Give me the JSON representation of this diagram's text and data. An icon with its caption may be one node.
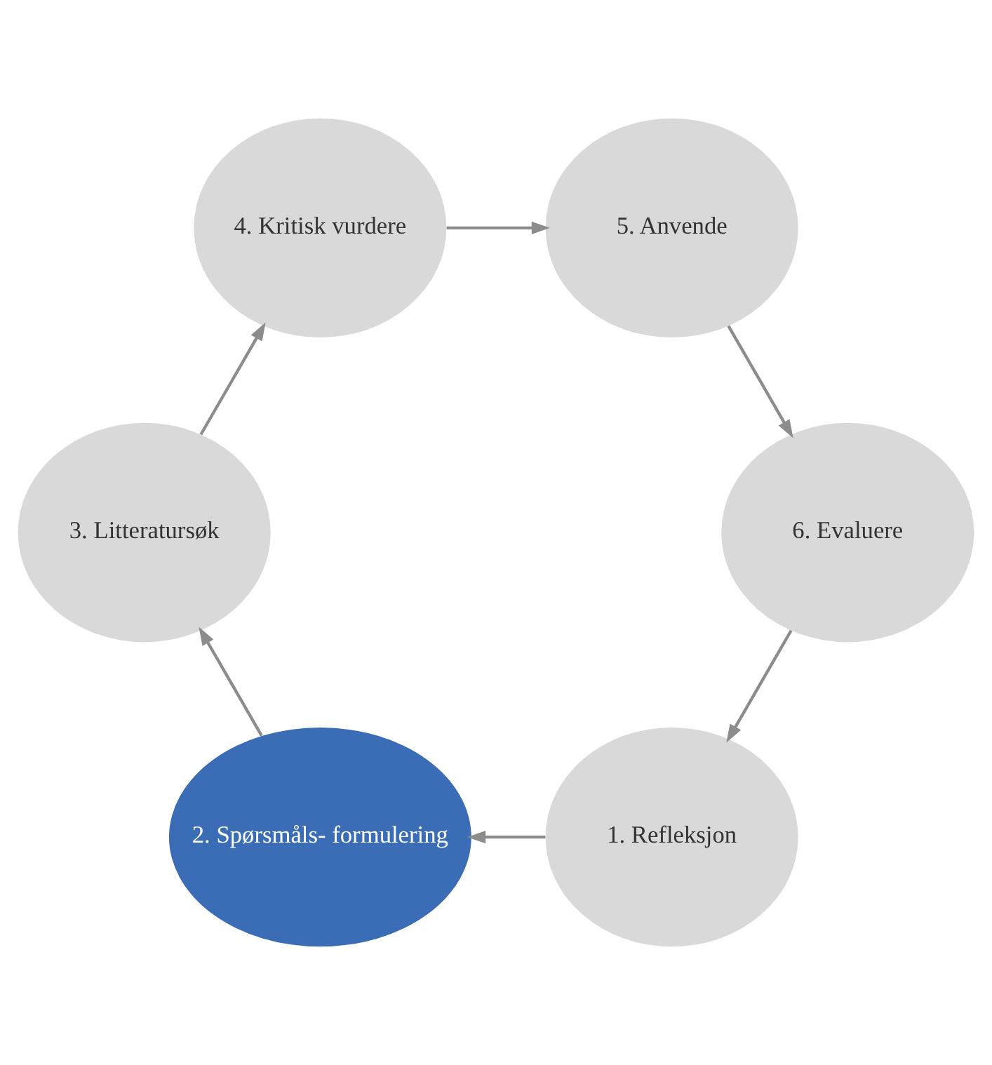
{
  "diagram": {
    "nodes": [
      {
        "text": [
          "1. Refleksjon"
        ]
      },
      {
        "text": [
          "2. Spørsmåls- formulering"
        ]
      },
      {
        "text": [
          "3. Litteratursøk"
        ]
      },
      {
        "text": [
          "4. Kritisk vurdere"
        ]
      },
      {
        "text": [
          "5. Anvende"
        ]
      },
      {
        "text": [
          "6. Evaluere"
        ]
      }
    ],
    "edges": [
      {
        "from": 0,
        "to": 1,
        "arrow": "to"
      },
      {
        "from": 1,
        "to": 2,
        "arrow": "to"
      },
      {
        "from": 2,
        "to": 3,
        "arrow": "to"
      },
      {
        "from": 3,
        "to": 4,
        "arrow": "to"
      },
      {
        "from": 4,
        "to": 5,
        "arrow": "to"
      },
      {
        "from": 5,
        "to": 0,
        "arrow": "to"
      }
    ]
  }
}
